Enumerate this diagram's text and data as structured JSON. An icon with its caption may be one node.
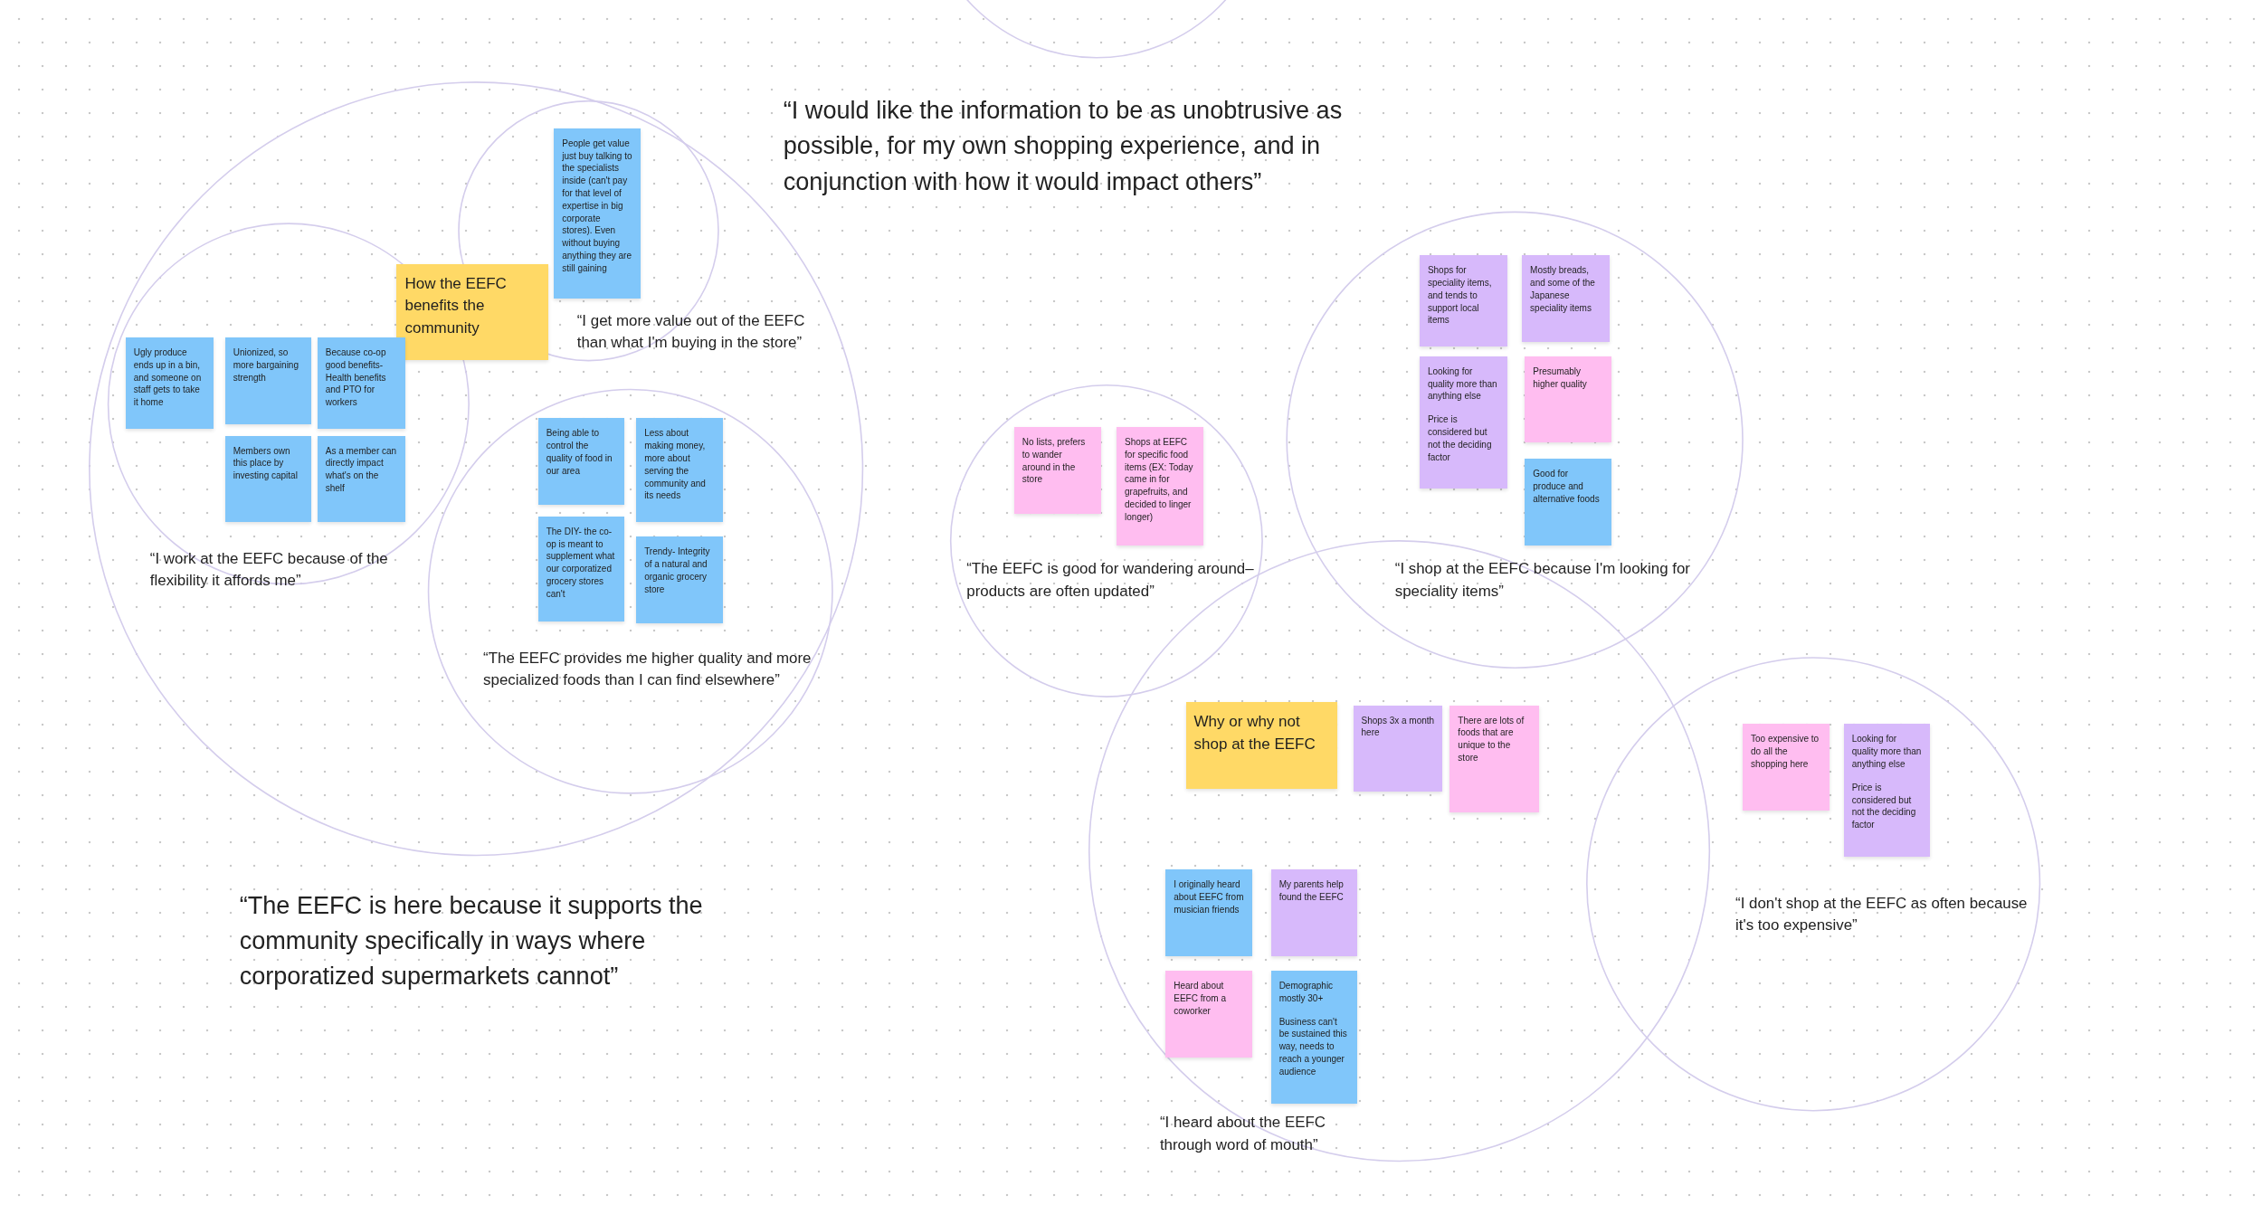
{
  "diagram": {
    "nodes": [
      {
        "text": [
          "How the EEFC benefits the community"
        ]
      },
      {
        "text": [
          "People get value just buy talking to the specialists inside (can't pay for that level of expertise in big corporate stores). Even without buying anything they are still gaining"
        ]
      },
      {
        "text": [
          "Ugly produce ends up in a bin, and someone on staff gets to take it home"
        ]
      },
      {
        "text": [
          "Unionized, so more bargaining strength"
        ]
      },
      {
        "text": [
          "Because co-op good benefits- Health benefits and PTO for workers"
        ]
      },
      {
        "text": [
          "Members own this place by investing capital"
        ]
      },
      {
        "text": [
          "As a member can directly impact what's on the shelf"
        ]
      },
      {
        "text": [
          "Being able to control the quality of food in our area"
        ]
      },
      {
        "text": [
          "Less about making money, more about serving the community and its needs"
        ]
      },
      {
        "text": [
          "The DIY- the co-op is meant to supplement what our corporatized grocery stores can't"
        ]
      },
      {
        "text": [
          "Trendy- Integrity of a natural and organic grocery store"
        ]
      },
      {
        "text": [
          "No lists, prefers to wander around in the store"
        ]
      },
      {
        "text": [
          "Shops at EEFC for specific food items (EX: Today came in for grapefruits, and decided to linger longer)"
        ]
      },
      {
        "text": [
          "Shops for speciality items, and tends to support local items"
        ]
      },
      {
        "text": [
          "Mostly breads, and some of the Japanese speciality items"
        ]
      },
      {
        "text": [
          "Looking for quality more than anything else",
          "Price is considered but not the deciding factor"
        ]
      },
      {
        "text": [
          "Presumably higher quality"
        ]
      },
      {
        "text": [
          "Good for produce and alternative foods"
        ]
      },
      {
        "text": [
          "Why or why not shop at the EEFC"
        ]
      },
      {
        "text": [
          "Shops 3x a month here"
        ]
      },
      {
        "text": [
          "There are lots of foods that are unique to the store"
        ]
      },
      {
        "text": [
          "I originally heard about EEFC from musician friends"
        ]
      },
      {
        "text": [
          "My parents help found the EEFC"
        ]
      },
      {
        "text": [
          "Heard about EEFC from a coworker"
        ]
      },
      {
        "text": [
          "Demographic mostly 30+",
          "Business can't be sustained this way, needs to reach a younger audience"
        ]
      },
      {
        "text": [
          "Too expensive to do all the shopping here"
        ]
      },
      {
        "text": [
          "Looking for quality more than anything else",
          "Price is considered but not the deciding factor"
        ]
      }
    ],
    "labels": [
      "“I would like the information to be as unobtrusive as possible, for my own shopping experience, and in conjunction with how it would impact others”",
      "“I get more value out of the EEFC than what I'm buying in the store”",
      "“I work at the EEFC because of the flexibility it affords me”",
      "“The EEFC provides me higher quality and more specialized foods than I can find elsewhere”",
      "“The EEFC is good for wandering around– products are often updated”",
      "“I shop at the EEFC because I'm looking for speciality items”",
      "“The EEFC is here because it supports the community specifically in ways where corporatized supermarkets cannot”",
      "“I heard about the EEFC through word of mouth”",
      "“I don't shop at the EEFC as often because it's too expensive”"
    ]
  }
}
